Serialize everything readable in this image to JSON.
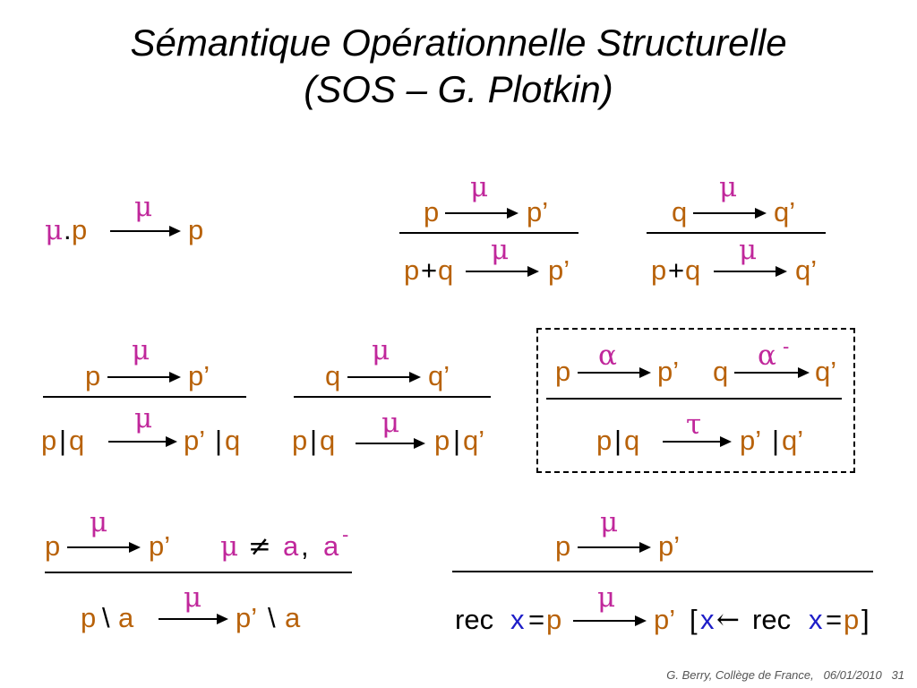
{
  "title": {
    "line1": "Sémantique Opérationnelle Structurelle",
    "line2": "(SOS – G. Plotkin)"
  },
  "symbols": {
    "mu": "μ",
    "alpha": "α",
    "tau": "τ",
    "neq": "≠",
    "larrow": "←",
    "bar": "-",
    "dot": ".",
    "plus": "+",
    "pipe": "|",
    "backslash": "\\",
    "eq": "=",
    "comma": ",",
    "lbracket": "[",
    "rbracket": "]"
  },
  "terms": {
    "p": "p",
    "q": "q",
    "p_prime": "p’",
    "q_prime": "q’",
    "a": "a",
    "x": "x",
    "rec": "rec"
  },
  "footer": {
    "author": "G. Berry, Collège de France,",
    "date": "06/01/2010",
    "page": "31"
  }
}
